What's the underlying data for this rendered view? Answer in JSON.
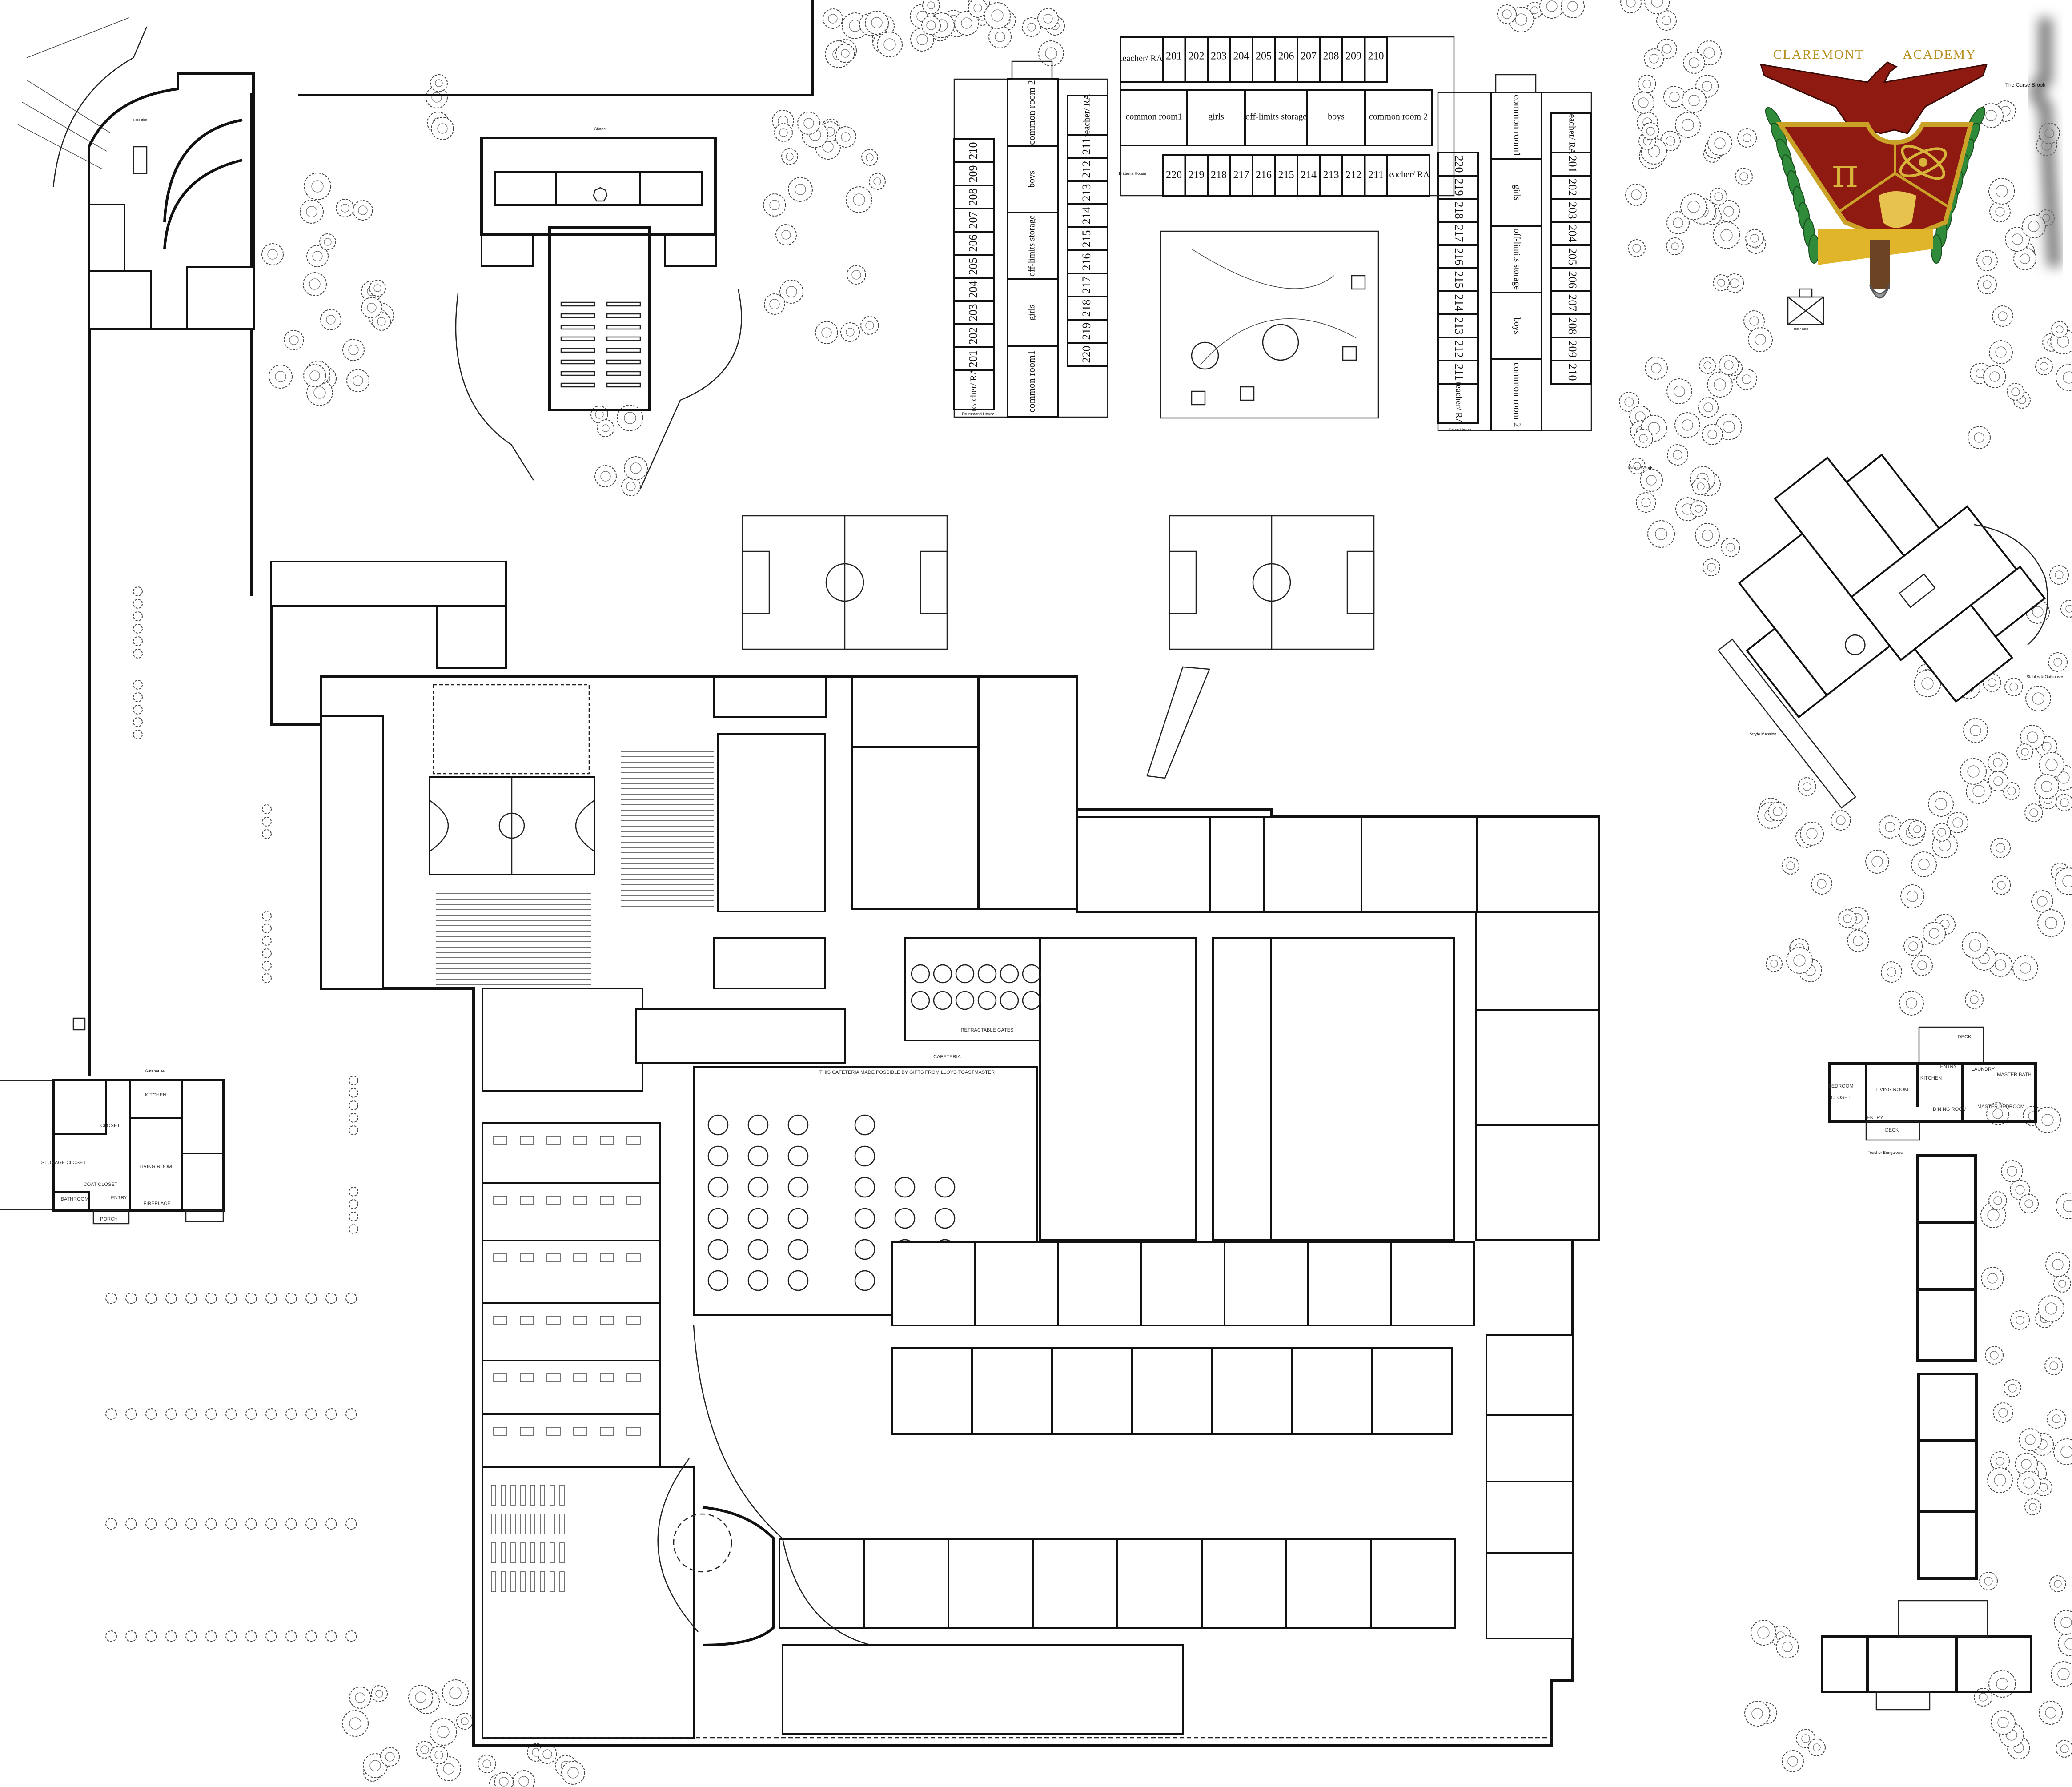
{
  "logo": {
    "text_left": "CLAREMONT",
    "text_right": "ACADEMY",
    "colors": {
      "gold": "#c9a227",
      "red": "#8e1a12",
      "green": "#2f8a3a",
      "brown": "#6b4423",
      "silver": "#9a9a9a"
    }
  },
  "places": {
    "reception": "Reception",
    "chapel": "Chapel",
    "drummond": "Drummond House",
    "brittania": "Brittania House",
    "albion": "Albion House",
    "curse_brook": "The Curse Brook",
    "treehouse": "Treehouse",
    "raven_woods": "Raven Woods",
    "stryfe_mansion": "Stryfe Mansion",
    "stables": "Stables & Outhouses",
    "teacher_bungalows": "Teacher Bungalows",
    "gatehouse": "Gatehouse"
  },
  "dorm_labels": {
    "teacher_ra": "teacher/ RA",
    "common_room_1": "common room1",
    "common_room_2": "common room 2",
    "girls": "girls",
    "boys": "boys",
    "storage": "off-limits storage"
  },
  "dorm_rooms": [
    "201",
    "202",
    "203",
    "204",
    "205",
    "206",
    "207",
    "208",
    "209",
    "210",
    "211",
    "212",
    "213",
    "214",
    "215",
    "216",
    "217",
    "218",
    "219",
    "220"
  ],
  "gatehouse_rooms": {
    "kitchen": "KITCHEN",
    "living_room": "LIVING ROOM",
    "storage_closet": "STORAGE CLOSET",
    "closet": "CLOSET",
    "coat_closet": "COAT CLOSET",
    "bathroom": "BATHROOM",
    "entry": "ENTRY",
    "porch": "PORCH",
    "fireplace": "FIREPLACE"
  },
  "bungalow_rooms": {
    "deck": "DECK",
    "entry": "ENTRY",
    "kitchen": "KITCHEN",
    "laundry": "LAUNDRY",
    "master_bath": "MASTER BATH",
    "bedroom": "BEDROOM",
    "closet": "CLOSET",
    "living_room": "LIVING ROOM",
    "dining_room": "DINING ROOM",
    "master_bedroom": "MASTER BEDROOM"
  },
  "school": {
    "cafeteria": "CAFETERIA",
    "retractable_gates": "RETRACTABLE GATES",
    "dedication": "THIS CAFETERIA MADE POSSIBLE BY GIFTS FROM LLOYD TOASTMASTER"
  }
}
